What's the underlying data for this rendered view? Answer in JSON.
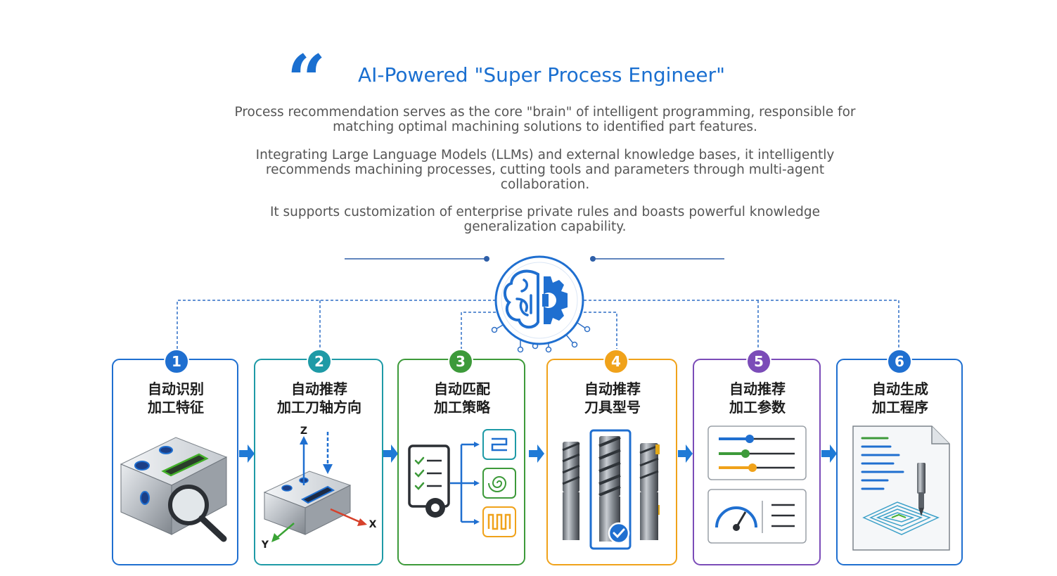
{
  "header": {
    "quote_glyph": "“",
    "title": "AI-Powered \"Super Process Engineer\""
  },
  "intro": {
    "p1": "Process recommendation serves as the core \"brain\" of intelligent programming, responsible for matching optimal machining solutions to identified part features.",
    "p2": "Integrating Large Language Models (LLMs) and external knowledge bases, it intelligently recommends machining processes, cutting tools and parameters through multi-agent collaboration.",
    "p3": "It supports customization of enterprise private rules and boasts powerful knowledge generalization capability."
  },
  "hub": {
    "icon": "brain-gear-icon"
  },
  "steps": [
    {
      "number": "1",
      "title": "自动识别\n加工特征",
      "color": "#1f6fd0",
      "icon": "part-magnifier-icon"
    },
    {
      "number": "2",
      "title": "自动推荐\n加工刀轴方向",
      "color": "#1e9aa6",
      "icon": "tool-axis-icon"
    },
    {
      "number": "3",
      "title": "自动匹配\n加工策略",
      "color": "#3d9a3a",
      "icon": "strategy-checklist-icon"
    },
    {
      "number": "4",
      "title": "自动推荐\n刀具型号",
      "color": "#f0a21a",
      "icon": "end-mill-icon"
    },
    {
      "number": "5",
      "title": "自动推荐\n加工参数",
      "color": "#7b4cb8",
      "icon": "parameter-sliders-icon"
    },
    {
      "number": "6",
      "title": "自动生成\n加工程序",
      "color": "#1f6fd0",
      "icon": "nc-program-icon"
    }
  ],
  "axes": {
    "z": "Z",
    "x": "X",
    "y": "Y"
  }
}
